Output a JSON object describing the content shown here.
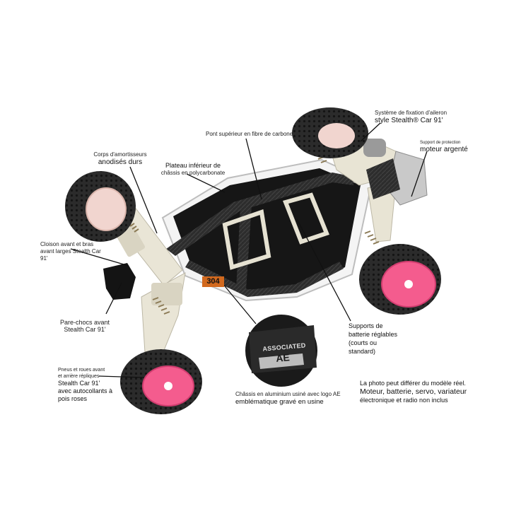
{
  "colors": {
    "tire": "#2b2b2b",
    "rim": "#f45c8e",
    "chassis": "#171717",
    "carbon": "#2f2f2f",
    "plastic": "#e8e4d4",
    "aluminium": "#c9c9c9",
    "number_plate": "#d2691e"
  },
  "chassis_number": "304",
  "inset_logo": {
    "word": "ASSOCIATED",
    "mark": "AE"
  },
  "labels": {
    "wing_mount": {
      "line1": "Système de fixation d'aileron",
      "line2": "style Stealth® Car 91'"
    },
    "motor_guard": {
      "line1": "Support de protection",
      "line2": "moteur argenté"
    },
    "top_deck": {
      "line1": "Pont supérieur en fibre de carbone"
    },
    "shock_bodies": {
      "line1": "Corps d'amortisseurs",
      "line2": "anodisés durs"
    },
    "lower_plate": {
      "line1": "Plateau inférieur de",
      "line2": "châssis en polycarbonate"
    },
    "bulkhead": {
      "line1": "Cloison avant et bras",
      "line2": "avant larges Stealth Car",
      "line3": "91'"
    },
    "bumper": {
      "line1": "Pare-chocs avant",
      "line2": "Stealth Car 91'"
    },
    "battery_mounts": {
      "line1": "Supports de",
      "line2": "batterie réglables",
      "line3": "(courts ou",
      "line4": "standard)"
    },
    "tires": {
      "line1": "Pneus et roues avant",
      "line2": "et arrière répliques",
      "line3": "Stealth Car 91'",
      "line4": "avec autocollants à",
      "line5": "pois roses"
    },
    "chassis_logo": {
      "line1": "Châssis en aluminium usiné avec logo AE",
      "line2": "emblématique gravé en usine"
    }
  },
  "note": {
    "line1": "La photo peut différer du modèle réel.",
    "line2": "Moteur, batterie, servo, variateur",
    "line3": "électronique et radio non inclus"
  }
}
